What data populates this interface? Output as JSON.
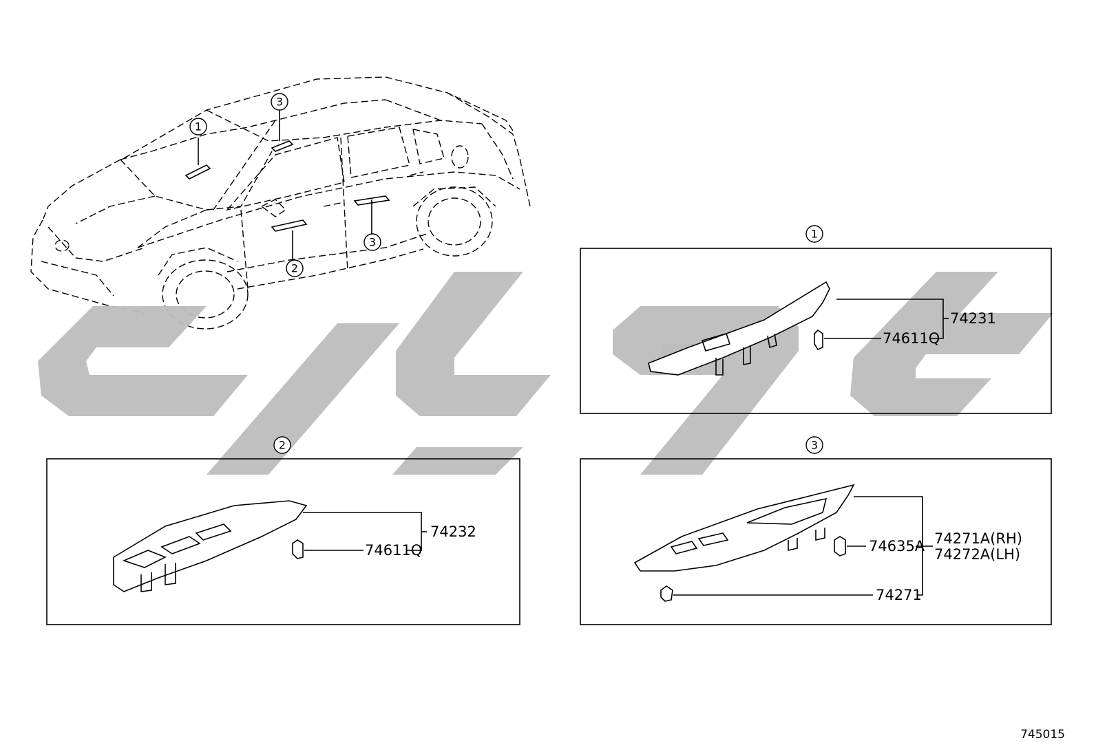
{
  "diagram": {
    "callouts": {
      "one": "1",
      "two": "2",
      "three": "3"
    },
    "box1": {
      "parts": [
        "74231",
        "74611Q"
      ]
    },
    "box2": {
      "parts": [
        "74232",
        "74611Q"
      ]
    },
    "box3": {
      "parts": [
        "74635A",
        "74271A(RH)",
        "74272A(LH)",
        "74271"
      ]
    },
    "figure_number": "745015"
  },
  "colors": {
    "line": "#000000",
    "watermark": "#bdbdbd",
    "background": "#ffffff"
  }
}
